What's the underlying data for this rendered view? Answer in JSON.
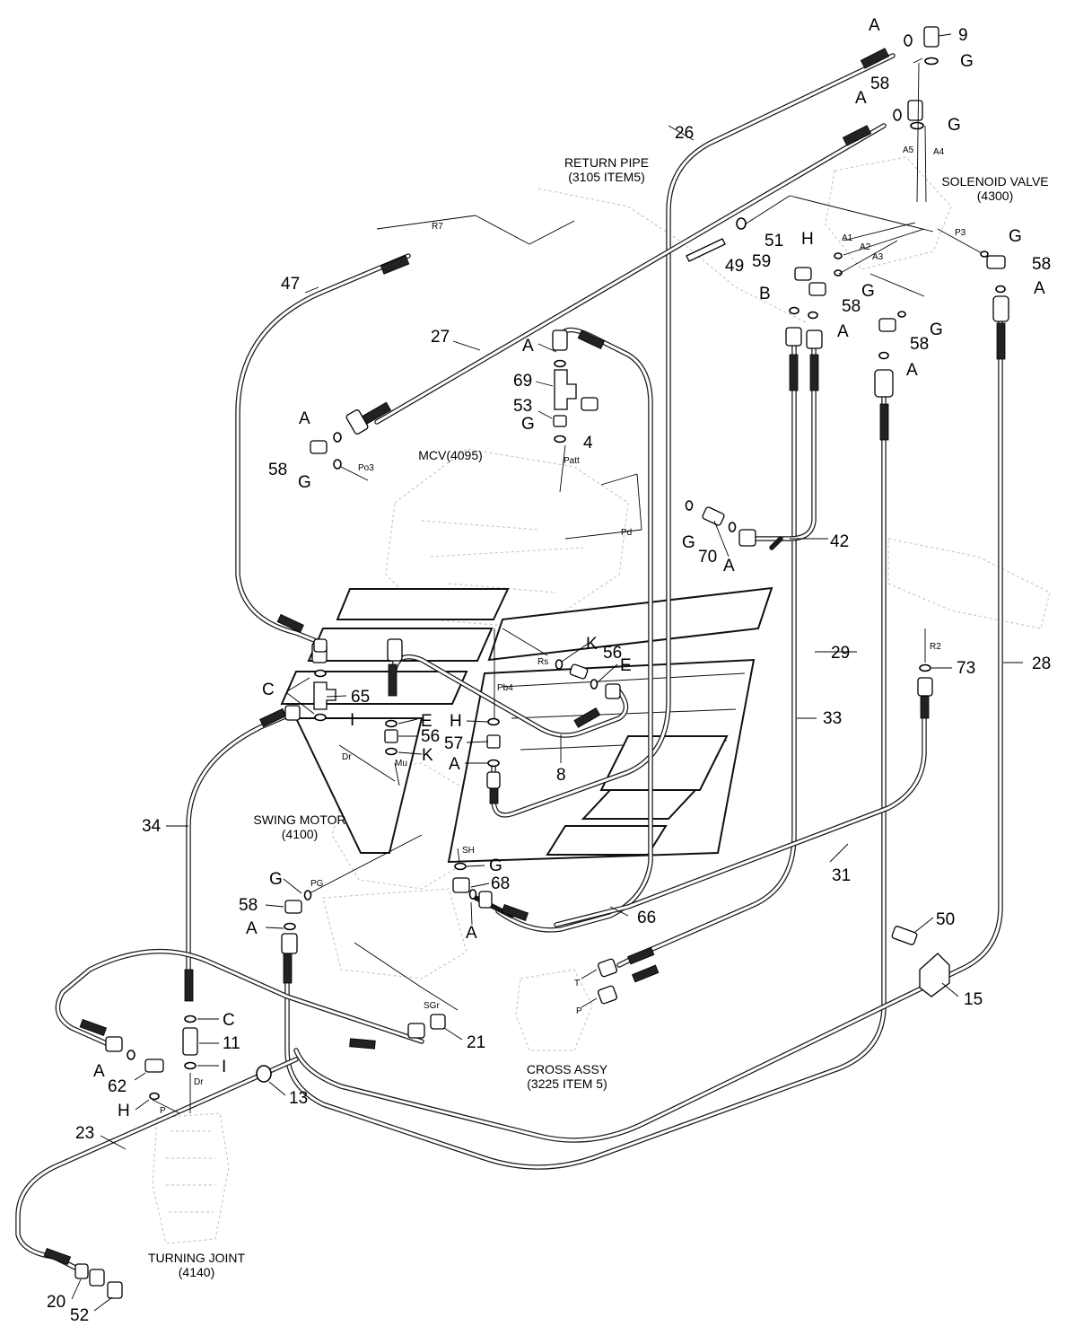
{
  "components": {
    "return_pipe": [
      "RETURN PIPE",
      "(3105 ITEM5)"
    ],
    "solenoid_valve": [
      "SOLENOID VALVE",
      "(4300)"
    ],
    "mcv": "MCV(4095)",
    "swing_motor": [
      "SWING MOTOR",
      "(4100)"
    ],
    "cross_assy": [
      "CROSS ASSY",
      "(3225 ITEM 5)"
    ],
    "turning_joint": [
      "TURNING JOINT",
      "(4140)"
    ]
  },
  "callouts": [
    {
      "id": "c9",
      "text": "9"
    },
    {
      "id": "c26",
      "text": "26"
    },
    {
      "id": "c47",
      "text": "47"
    },
    {
      "id": "c27",
      "text": "27"
    },
    {
      "id": "c51",
      "text": "51"
    },
    {
      "id": "c49",
      "text": "49"
    },
    {
      "id": "c59",
      "text": "59"
    },
    {
      "id": "c58a",
      "text": "58"
    },
    {
      "id": "c58b",
      "text": "58"
    },
    {
      "id": "c58c",
      "text": "58"
    },
    {
      "id": "c58d",
      "text": "58"
    },
    {
      "id": "c58e",
      "text": "58"
    },
    {
      "id": "c58f",
      "text": "58"
    },
    {
      "id": "c69",
      "text": "69"
    },
    {
      "id": "c53",
      "text": "53"
    },
    {
      "id": "c4",
      "text": "4"
    },
    {
      "id": "c70",
      "text": "70"
    },
    {
      "id": "c42",
      "text": "42"
    },
    {
      "id": "c65",
      "text": "65"
    },
    {
      "id": "c56a",
      "text": "56"
    },
    {
      "id": "c56b",
      "text": "56"
    },
    {
      "id": "c57",
      "text": "57"
    },
    {
      "id": "c8",
      "text": "8"
    },
    {
      "id": "c29",
      "text": "29"
    },
    {
      "id": "c33",
      "text": "33"
    },
    {
      "id": "c73",
      "text": "73"
    },
    {
      "id": "c28",
      "text": "28"
    },
    {
      "id": "c34",
      "text": "34"
    },
    {
      "id": "c31",
      "text": "31"
    },
    {
      "id": "c68",
      "text": "68"
    },
    {
      "id": "c66",
      "text": "66"
    },
    {
      "id": "c50",
      "text": "50"
    },
    {
      "id": "c15",
      "text": "15"
    },
    {
      "id": "c21",
      "text": "21"
    },
    {
      "id": "c11",
      "text": "11"
    },
    {
      "id": "c62",
      "text": "62"
    },
    {
      "id": "c13",
      "text": "13"
    },
    {
      "id": "c23",
      "text": "23"
    },
    {
      "id": "c20",
      "text": "20"
    },
    {
      "id": "c52",
      "text": "52"
    }
  ],
  "seal_letters": [
    {
      "id": "s1",
      "text": "A"
    },
    {
      "id": "s2",
      "text": "G"
    },
    {
      "id": "s3",
      "text": "A"
    },
    {
      "id": "s4",
      "text": "G"
    },
    {
      "id": "s5",
      "text": "H"
    },
    {
      "id": "s6",
      "text": "G"
    },
    {
      "id": "s7",
      "text": "A"
    },
    {
      "id": "s8",
      "text": "B"
    },
    {
      "id": "s9",
      "text": "G"
    },
    {
      "id": "s10",
      "text": "A"
    },
    {
      "id": "s11",
      "text": "G"
    },
    {
      "id": "s12",
      "text": "A"
    },
    {
      "id": "s13",
      "text": "A"
    },
    {
      "id": "s14",
      "text": "A"
    },
    {
      "id": "s15",
      "text": "G"
    },
    {
      "id": "s16",
      "text": "G"
    },
    {
      "id": "s17",
      "text": "A"
    },
    {
      "id": "s18",
      "text": "G"
    },
    {
      "id": "s19",
      "text": "A"
    },
    {
      "id": "s20",
      "text": "C"
    },
    {
      "id": "s21",
      "text": "I"
    },
    {
      "id": "s22",
      "text": "E"
    },
    {
      "id": "s23",
      "text": "K"
    },
    {
      "id": "s24",
      "text": "E"
    },
    {
      "id": "s25",
      "text": "K"
    },
    {
      "id": "s26",
      "text": "H"
    },
    {
      "id": "s27",
      "text": "A"
    },
    {
      "id": "s28",
      "text": "G"
    },
    {
      "id": "s29",
      "text": "A"
    },
    {
      "id": "s30",
      "text": "G"
    },
    {
      "id": "s31",
      "text": "A"
    },
    {
      "id": "s32",
      "text": "C"
    },
    {
      "id": "s33",
      "text": "I"
    },
    {
      "id": "s34",
      "text": "A"
    },
    {
      "id": "s35",
      "text": "H"
    }
  ],
  "port_labels": [
    {
      "id": "p1",
      "text": "A5"
    },
    {
      "id": "p2",
      "text": "A4"
    },
    {
      "id": "p3",
      "text": "R7"
    },
    {
      "id": "p4",
      "text": "A1"
    },
    {
      "id": "p5",
      "text": "A2"
    },
    {
      "id": "p6",
      "text": "A3"
    },
    {
      "id": "p7",
      "text": "P3"
    },
    {
      "id": "p8",
      "text": "Po3"
    },
    {
      "id": "p9",
      "text": "Patt"
    },
    {
      "id": "p10",
      "text": "Pd"
    },
    {
      "id": "p11",
      "text": "Rs"
    },
    {
      "id": "p12",
      "text": "Pb4"
    },
    {
      "id": "p13",
      "text": "R2"
    },
    {
      "id": "p14",
      "text": "Dr"
    },
    {
      "id": "p15",
      "text": "Mu"
    },
    {
      "id": "p16",
      "text": "SH"
    },
    {
      "id": "p17",
      "text": "PG"
    },
    {
      "id": "p18",
      "text": "SGr"
    },
    {
      "id": "p19",
      "text": "T"
    },
    {
      "id": "p20",
      "text": "P"
    },
    {
      "id": "p21",
      "text": "Dr"
    },
    {
      "id": "p22",
      "text": "P"
    }
  ]
}
